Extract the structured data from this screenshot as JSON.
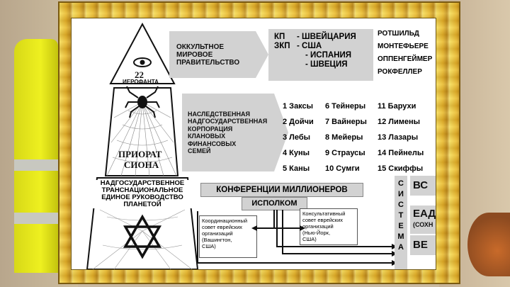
{
  "pyramid": {
    "eye_number": "22",
    "eye_caption": "ИЕРОФАНТА",
    "priory": [
      "ПРИОРАТ",
      "СИОНА"
    ],
    "governance": [
      "НАДГОСУДАРСТВЕННОЕ",
      "ТРАНСНАЦИОНАЛЬНОЕ",
      "ЕДИНОЕ РУКОВОДСТВО",
      "ПЛАНЕТОЙ"
    ]
  },
  "occult": {
    "label": [
      "ОККУЛЬТНОЕ",
      "МИРОВОЕ",
      "ПРАВИТЕЛЬСТВО"
    ],
    "rows": [
      {
        "code": "КП",
        "value": "- ШВЕЙЦАРИЯ"
      },
      {
        "code": "ЗКП",
        "value": "- США"
      },
      {
        "code": "",
        "value": "- ИСПАНИЯ"
      },
      {
        "code": "",
        "value": "- ШВЕЦИЯ"
      }
    ],
    "dynasties": [
      "РОТШИЛЬД",
      "МОНТЕФЬЕРЕ",
      "ОППЕНГЕЙМЕР",
      "РОКФЕЛЛЕР"
    ]
  },
  "clans": {
    "label": [
      "НАСЛЕДСТВЕННАЯ",
      "НАДГОСУДАРСТВЕННАЯ",
      "КОРПОРАЦИЯ",
      "КЛАНОВЫХ",
      "ФИНАНСОВЫХ",
      "СЕМЕЙ"
    ],
    "col1": [
      "1  Заксы",
      "2  Дойчи",
      "3  Лебы",
      "4  Куны",
      "5  Каны"
    ],
    "col2": [
      "6  Тейнеры",
      "7  Вайнеры",
      "8  Мейеры",
      "9  Страусы",
      "10 Сумги"
    ],
    "col3": [
      "11 Барухи",
      "12 Лимены",
      "13 Лазары",
      "14 Пейнелы",
      "15 Скиффы"
    ]
  },
  "conference": {
    "title": "КОНФЕРЕНЦИИ МИЛЛИОНЕРОВ",
    "executive": "ИСПОЛКОМ",
    "coordination": [
      "Координационный",
      "совет еврейских",
      "организаций",
      "(Вашингтон,",
      "США)"
    ],
    "consultative": [
      "Консультативный",
      "совет еврейских",
      "организаций",
      "(Нью-Йорк,",
      "США)"
    ]
  },
  "system": {
    "letters": [
      "С",
      "И",
      "С",
      "Т",
      "Е",
      "М",
      "А"
    ],
    "boxes": [
      {
        "text": "ВС"
      },
      {
        "text": "ЕАД",
        "sub": "(СОХН"
      },
      {
        "text": "ВЕ"
      }
    ]
  },
  "colors": {
    "frame_gold": "#e7b52a",
    "box_gray": "#d2d2d2",
    "vest_yellow": "#eef020"
  }
}
